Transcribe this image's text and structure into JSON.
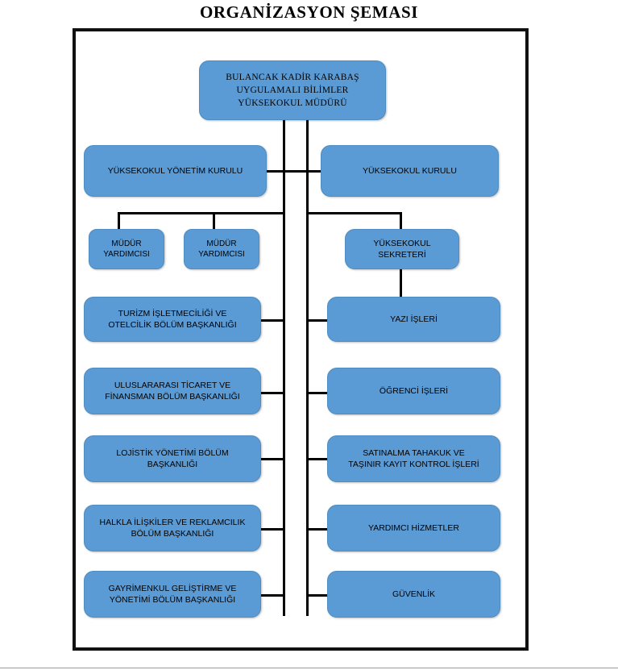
{
  "title": "ORGANİZASYON ŞEMASI",
  "colors": {
    "node_fill": "#5B9BD5",
    "node_text": "#000000",
    "connector": "#000000",
    "frame_border": "#111111",
    "background": "#FFFFFF"
  },
  "chart_data": {
    "type": "diagram",
    "diagram_kind": "organizational-chart",
    "title": "ORGANİZASYON ŞEMASI",
    "nodes": [
      {
        "id": "mudur",
        "label": "BULANCAK KADİR KARABAŞ\nUYGULAMALI BİLİMLER\nYÜKSEKOKUL MÜDÜRÜ",
        "level": 0,
        "column": "center"
      },
      {
        "id": "yonetim-kurulu",
        "label": "YÜKSEKOKUL YÖNETİM KURULU",
        "level": 1,
        "column": "left"
      },
      {
        "id": "yuksekokul-kurulu",
        "label": "YÜKSEKOKUL KURULU",
        "level": 1,
        "column": "right"
      },
      {
        "id": "mudur-yardimcisi-1",
        "label": "MÜDÜR\nYARDIMCISI",
        "level": 2,
        "column": "left"
      },
      {
        "id": "mudur-yardimcisi-2",
        "label": "MÜDÜR\nYARDIMCISI",
        "level": 2,
        "column": "left"
      },
      {
        "id": "yuksekokul-sekreteri",
        "label": "YÜKSEKOKUL\nSEKRETERİ",
        "level": 2,
        "column": "right"
      },
      {
        "id": "turizm",
        "label": "TURİZM İŞLETMECİLİĞİ VE\nOTELCİLİK BÖLÜM BAŞKANLIĞI",
        "level": 3,
        "column": "left"
      },
      {
        "id": "uluslararasi-ticaret",
        "label": "ULUSLARARASI TİCARET VE\nFİNANSMAN BÖLÜM BAŞKANLIĞI",
        "level": 4,
        "column": "left"
      },
      {
        "id": "lojistik",
        "label": "LOJİSTİK YÖNETİMİ BÖLÜM\nBAŞKANLIĞI",
        "level": 5,
        "column": "left"
      },
      {
        "id": "halkla-iliskiler",
        "label": "HALKLA İLİŞKİLER VE REKLAMCILIK\nBÖLÜM BAŞKANLIĞI",
        "level": 6,
        "column": "left"
      },
      {
        "id": "gayrimenkul",
        "label": "GAYRİMENKUL GELİŞTİRME VE\nYÖNETİMİ BÖLÜM BAŞKANLIĞI",
        "level": 7,
        "column": "left"
      },
      {
        "id": "yazi-isleri",
        "label": "YAZI İŞLERİ",
        "level": 3,
        "column": "right"
      },
      {
        "id": "ogrenci-isleri",
        "label": "ÖĞRENCİ İŞLERİ",
        "level": 4,
        "column": "right"
      },
      {
        "id": "satinalma",
        "label": "SATINALMA TAHAKUK VE\nTAŞINIR KAYIT KONTROL İŞLERİ",
        "level": 5,
        "column": "right"
      },
      {
        "id": "yardimci-hizmetler",
        "label": "YARDIMCI HİZMETLER",
        "level": 6,
        "column": "right"
      },
      {
        "id": "guvenlik",
        "label": "GÜVENLİK",
        "level": 7,
        "column": "right"
      }
    ],
    "edges": [
      {
        "from": "mudur",
        "to": "yonetim-kurulu"
      },
      {
        "from": "mudur",
        "to": "yuksekokul-kurulu"
      },
      {
        "from": "mudur",
        "to": "mudur-yardimcisi-1"
      },
      {
        "from": "mudur",
        "to": "mudur-yardimcisi-2"
      },
      {
        "from": "mudur",
        "to": "yuksekokul-sekreteri"
      },
      {
        "from": "mudur",
        "to": "turizm"
      },
      {
        "from": "mudur",
        "to": "uluslararasi-ticaret"
      },
      {
        "from": "mudur",
        "to": "lojistik"
      },
      {
        "from": "mudur",
        "to": "halkla-iliskiler"
      },
      {
        "from": "mudur",
        "to": "gayrimenkul"
      },
      {
        "from": "yuksekokul-sekreteri",
        "to": "yazi-isleri"
      },
      {
        "from": "yuksekokul-sekreteri",
        "to": "ogrenci-isleri"
      },
      {
        "from": "yuksekokul-sekreteri",
        "to": "satinalma"
      },
      {
        "from": "yuksekokul-sekreteri",
        "to": "yardimci-hizmetler"
      },
      {
        "from": "yuksekokul-sekreteri",
        "to": "guvenlik"
      }
    ]
  }
}
